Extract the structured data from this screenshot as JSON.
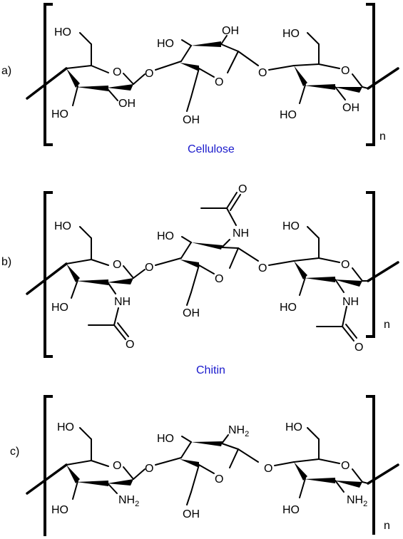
{
  "panels": [
    {
      "label": "a)",
      "caption": "Cellulose",
      "repeat": "n",
      "unit1": {
        "top": "HO",
        "ring_o": "O",
        "bottom_left": "HO",
        "bottom_right": "OH"
      },
      "link1": "O",
      "unit2": {
        "top_left": "HO",
        "top_right": "OH",
        "ring_o": "O",
        "bottom": "OH"
      },
      "link2": "O",
      "unit3": {
        "top": "HO",
        "ring_o": "O",
        "bottom_left": "HO",
        "bottom_right": "OH"
      }
    },
    {
      "label": "b)",
      "caption": "Chitin",
      "repeat": "n",
      "unit1": {
        "top": "HO",
        "ring_o": "O",
        "bottom_left": "HO",
        "nh": "NH",
        "carbonyl_o": "O"
      },
      "link1": "O",
      "unit2": {
        "top_left": "HO",
        "nh": "NH",
        "carbonyl_o": "O",
        "ring_o": "O",
        "bottom": "OH"
      },
      "link2": "O",
      "unit3": {
        "top": "HO",
        "ring_o": "O",
        "bottom_left": "HO",
        "nh": "NH",
        "carbonyl_o": "O"
      }
    },
    {
      "label": "c)",
      "caption": "",
      "repeat": "n",
      "unit1": {
        "top": "HO",
        "ring_o": "O",
        "bottom_left": "HO",
        "amine": "NH",
        "amine_sub": "2"
      },
      "link1": "O",
      "unit2": {
        "top_left": "HO",
        "amine": "NH",
        "amine_sub": "2",
        "ring_o": "O",
        "bottom": "OH"
      },
      "link2": "O",
      "unit3": {
        "top": "HO",
        "ring_o": "O",
        "bottom_left": "HO",
        "amine": "NH",
        "amine_sub": "2"
      }
    }
  ]
}
